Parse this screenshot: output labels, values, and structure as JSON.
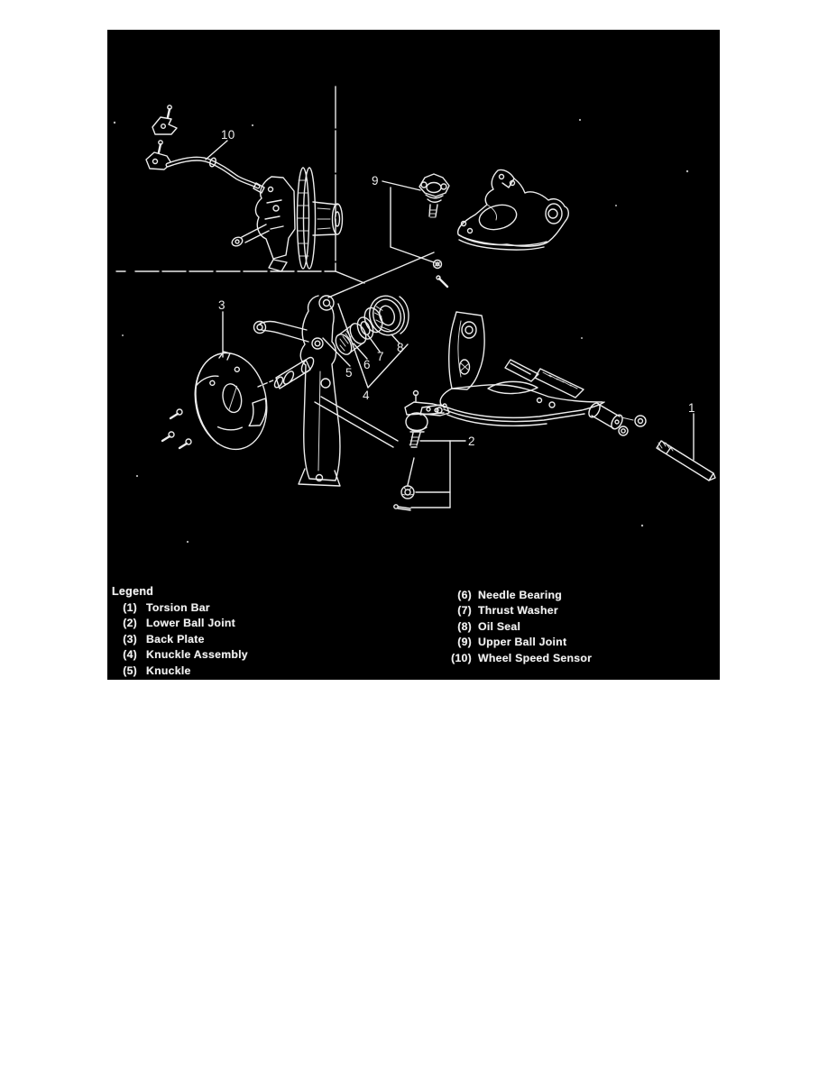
{
  "colors": {
    "page_background": "#ffffff",
    "panel_background": "#000000",
    "line_ink": "#ececec",
    "text_ink": "#f0f0f0"
  },
  "legend": {
    "title": "Legend",
    "left": [
      {
        "num": "(1)",
        "name": "Torsion Bar"
      },
      {
        "num": "(2)",
        "name": "Lower Ball Joint"
      },
      {
        "num": "(3)",
        "name": "Back Plate"
      },
      {
        "num": "(4)",
        "name": "Knuckle Assembly"
      },
      {
        "num": "(5)",
        "name": "Knuckle"
      }
    ],
    "right": [
      {
        "num": "(6)",
        "name": "Needle Bearing"
      },
      {
        "num": "(7)",
        "name": "Thrust Washer"
      },
      {
        "num": "(8)",
        "name": "Oil Seal"
      },
      {
        "num": "(9)",
        "name": "Upper Ball Joint"
      },
      {
        "num": "(10)",
        "name": "Wheel Speed Sensor"
      }
    ]
  },
  "callouts": [
    {
      "label": "1"
    },
    {
      "label": "2"
    },
    {
      "label": "3"
    },
    {
      "label": "4"
    },
    {
      "label": "5"
    },
    {
      "label": "6"
    },
    {
      "label": "7"
    },
    {
      "label": "8"
    },
    {
      "label": "9"
    },
    {
      "label": "10"
    }
  ]
}
